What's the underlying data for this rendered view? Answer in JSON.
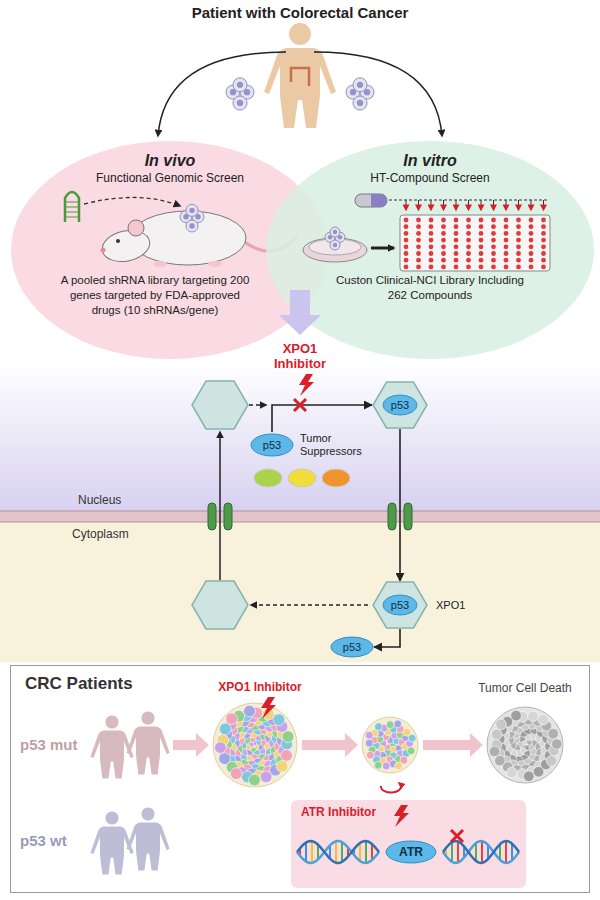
{
  "diagram": {
    "title": "Patient with Colorectal Cancer",
    "nodes": [
      {
        "text": [
          "In vivo",
          "Functional Genomic Screen",
          "A pooled shRNA library targeting 200 genes targeted by FDA-approved drugs (10 shRNAs/gene)"
        ]
      },
      {
        "text": [
          "In vitro",
          "HT-Compound Screen",
          "Custon Clinical-NCI Library Including 262 Compounds"
        ]
      },
      {
        "text": [
          "p53"
        ]
      },
      {
        "text": [
          "p53",
          "XPO1"
        ]
      },
      {
        "text": [
          "p53",
          "Tumor Suppressors"
        ]
      },
      {
        "text": [
          "p53"
        ]
      },
      {
        "text": [
          "CRC Patients"
        ]
      },
      {
        "text": [
          "ATR Inhibitor"
        ],
        "in": 6
      },
      {
        "text": [
          "ATR"
        ],
        "in": 7
      }
    ],
    "edges": [
      {
        "from": 4,
        "to": 2,
        "arrow": "to"
      },
      {
        "from": 2,
        "to": 3,
        "arrow": "to"
      },
      {
        "from": 3,
        "to": 5,
        "arrow": "to"
      }
    ],
    "labels": [
      "XPO1 Inhibitor",
      "Nucleus",
      "Cytoplasm",
      "p53 mut",
      "p53 wt",
      "XPO1 Inhibitor",
      "Tumor Cell Death"
    ]
  }
}
